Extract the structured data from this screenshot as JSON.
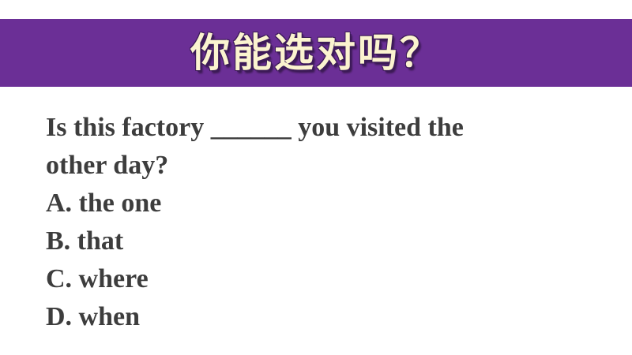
{
  "banner": {
    "title": "你能选对吗？"
  },
  "question": {
    "line1": "Is this factory ______ you visited the",
    "line2": "other day?"
  },
  "options": [
    {
      "text": "A. the one"
    },
    {
      "text": "B. that"
    },
    {
      "text": "C. where"
    },
    {
      "text": "D. when"
    }
  ],
  "colors": {
    "banner_bg": "#6b2f96",
    "banner_text": "#fbf3cf",
    "body_text": "#3d3d3d"
  }
}
